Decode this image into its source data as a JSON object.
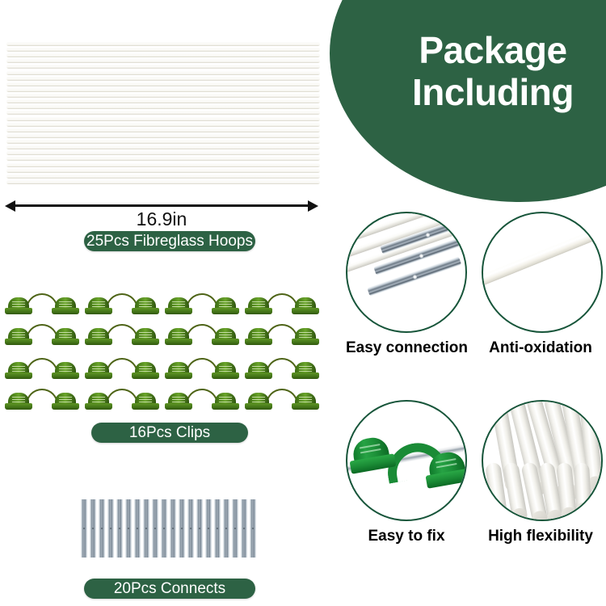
{
  "header": {
    "title_line1": "Package",
    "title_line2": "Including",
    "blob_color": "#2d6244"
  },
  "items": [
    {
      "id": "fibreglass-hoops",
      "label": "25Pcs Fibreglass Hoops",
      "count": 25,
      "dimension_label": "16.9in",
      "rod_count": 25
    },
    {
      "id": "clips",
      "label": "16Pcs Clips",
      "count": 16,
      "grid_rows": 4,
      "grid_cols": 4
    },
    {
      "id": "connects",
      "label": "20Pcs Connects",
      "count": 20,
      "connector_count": 20
    }
  ],
  "features": [
    {
      "id": "easy-connection",
      "label": "Easy connection",
      "icon": "rods-with-connectors-icon"
    },
    {
      "id": "anti-oxidation",
      "label": "Anti-oxidation",
      "icon": "white-rod-icon"
    },
    {
      "id": "easy-to-fix",
      "label": "Easy to fix",
      "icon": "green-clip-on-rod-icon"
    },
    {
      "id": "high-flexibility",
      "label": "High flexibility",
      "icon": "rod-bundle-icon"
    }
  ],
  "colors": {
    "brand_green": "#2d6244",
    "circle_outline": "#17553a",
    "clip_green": "#4a7d1b",
    "bright_clip_green": "#1a8b36",
    "metal_gray": "#7d8b97",
    "rod_white": "#f7f6f0",
    "text_black": "#111111"
  }
}
